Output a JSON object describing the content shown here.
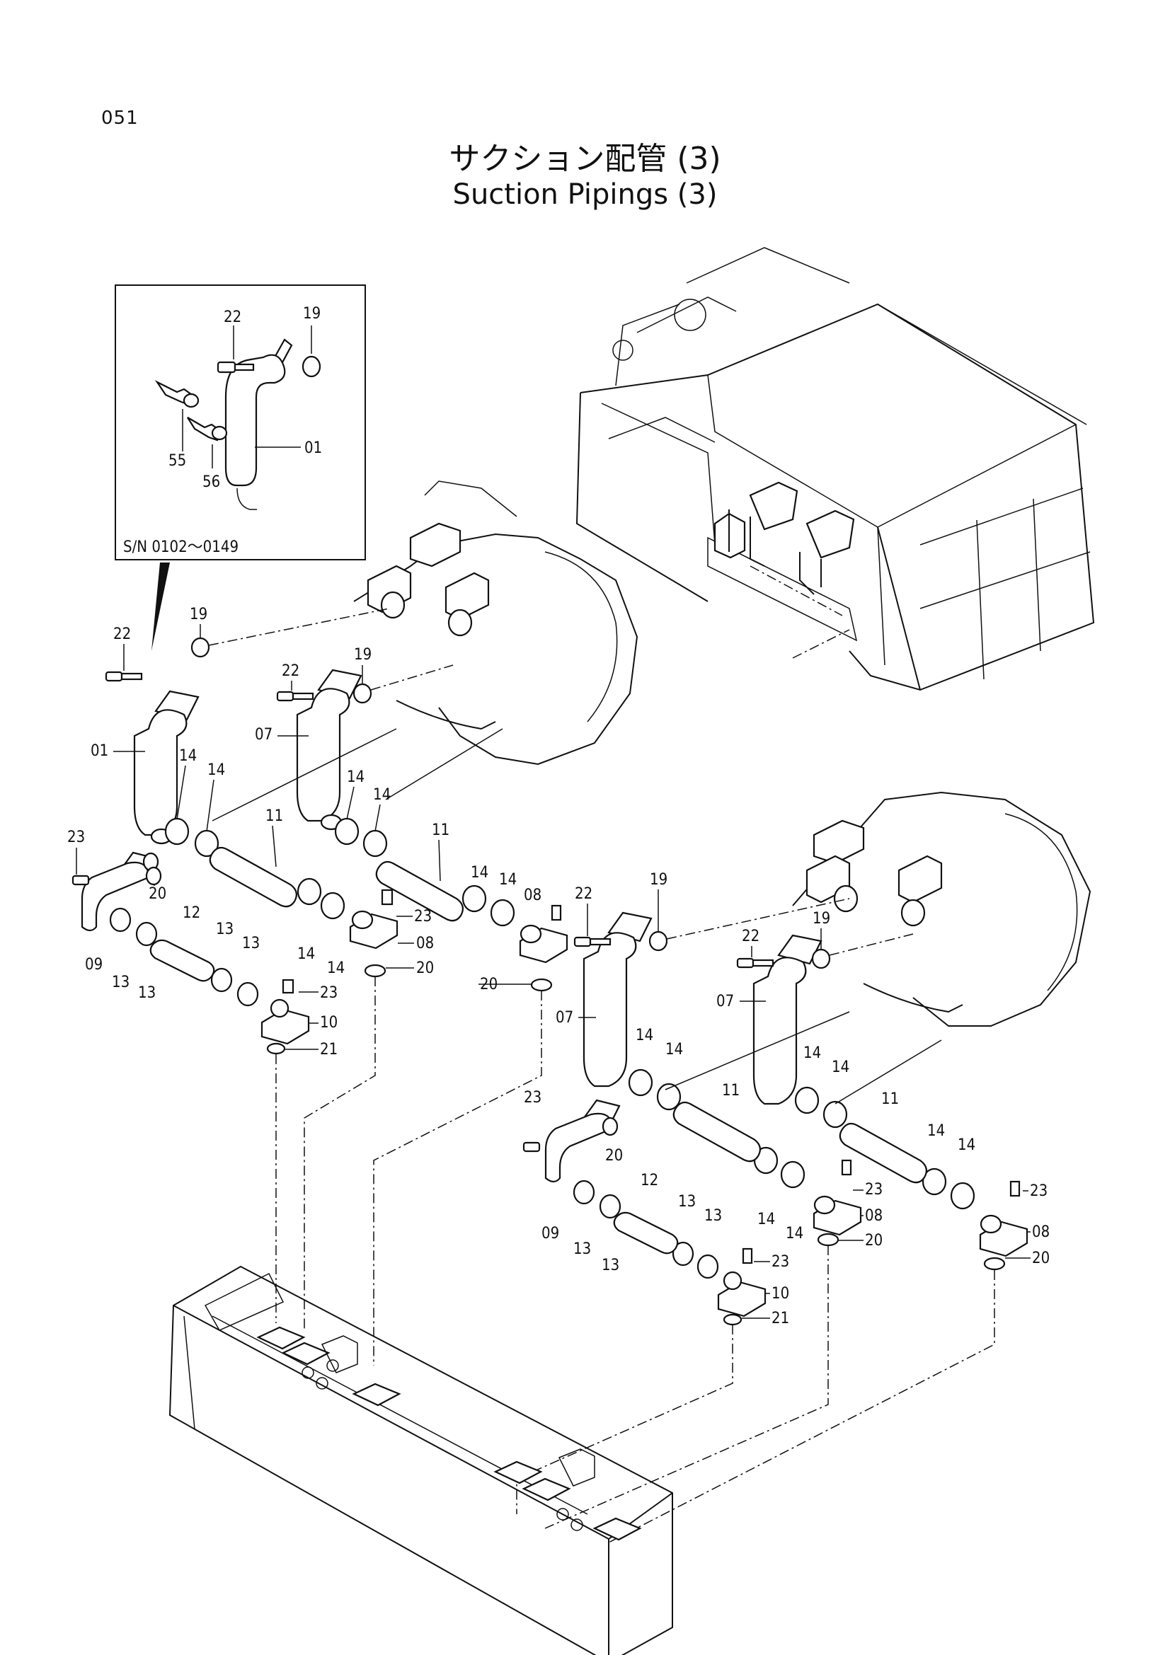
{
  "page_number": "051",
  "title_jp": "サクション配管 (3)",
  "title_en": "Suction Pipings (3)",
  "inset_serial": "S/N 0102～0149",
  "callouts": {
    "inset": [
      "22",
      "19",
      "01",
      "55",
      "56"
    ],
    "left_group": [
      "22",
      "19",
      "22",
      "19",
      "01",
      "07",
      "14",
      "14",
      "14",
      "14",
      "11",
      "11",
      "23",
      "20",
      "14",
      "14",
      "23",
      "08",
      "08",
      "14",
      "14",
      "09",
      "13",
      "13",
      "12",
      "13",
      "13",
      "23",
      "10",
      "21",
      "20",
      "20"
    ],
    "right_group": [
      "22",
      "19",
      "22",
      "19",
      "07",
      "07",
      "14",
      "14",
      "11",
      "14",
      "14",
      "11",
      "23",
      "20",
      "12",
      "09",
      "13",
      "13",
      "13",
      "13",
      "14",
      "14",
      "23",
      "08",
      "20",
      "23",
      "10",
      "21",
      "14",
      "14",
      "23",
      "08",
      "20"
    ]
  }
}
